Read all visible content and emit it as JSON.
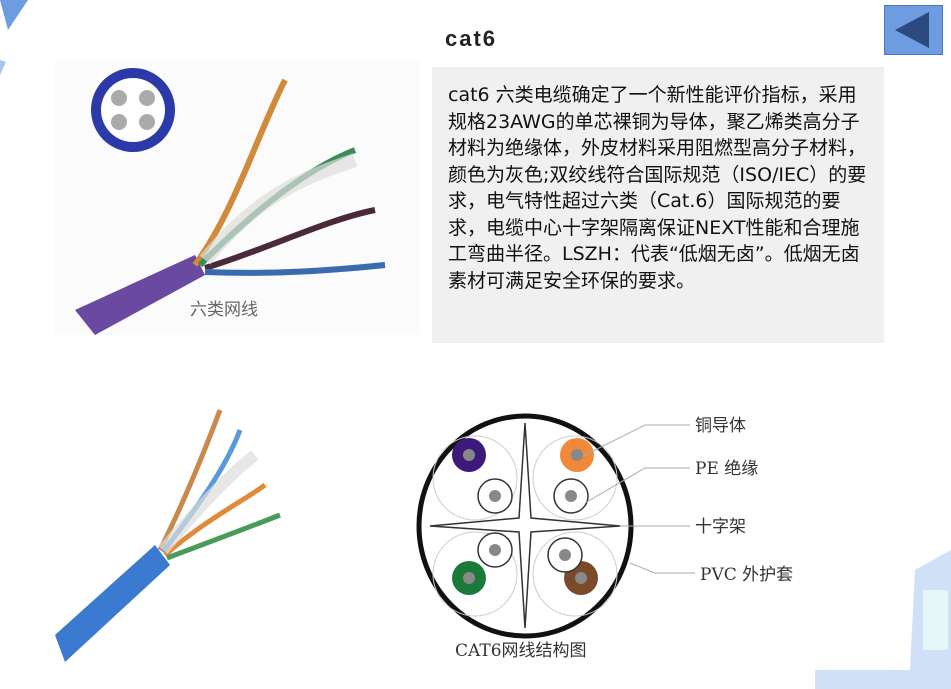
{
  "header": {
    "title": "cat6",
    "back_button": "back-arrow-icon"
  },
  "description": "cat6  六类电缆确定了一个新性能评价指标，采用规格23AWG的单芯裸铜为导体，聚乙烯类高分子材料为绝缘体，外皮材料采用阻燃型高分子材料，颜色为灰色;双绞线符合国际规范（ISO/IEC）的要求，电气特性超过六类（Cat.6）国际规范的要求，电缆中心十字架隔离保证NEXT性能和合理施工弯曲半径。LSZH：代表“低烟无卤”。低烟无卤素材可满足安全环保的要求。",
  "images": {
    "cable_photo_caption": "六类网线"
  },
  "diagram": {
    "labels": [
      "铜导体",
      "PE 绝缘",
      "十字架",
      "PVC 外护套"
    ],
    "caption": "CAT6网线结构图"
  },
  "colors": {
    "accent": "#6d9ce0",
    "text_bg": "#f0f0f0"
  }
}
